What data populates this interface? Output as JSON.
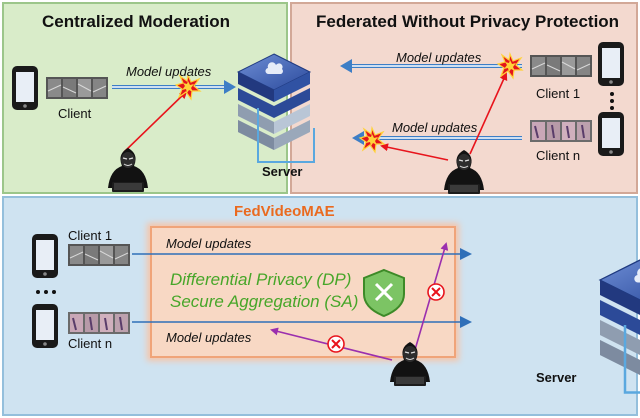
{
  "panels": {
    "centralized": {
      "title": "Centralized Moderation",
      "update_label": "Model updates",
      "client_label": "Client",
      "server_label": "Server"
    },
    "federated_no_privacy": {
      "title": "Federated Without Privacy Protection",
      "update_label_top": "Model updates",
      "update_label_bottom": "Model updates",
      "client1_label": "Client 1",
      "clientn_label": "Client n"
    },
    "fedvideomae": {
      "title": "FedVideoMAE",
      "update_label_top": "Model updates",
      "update_label_bottom": "Model updates",
      "client1_label": "Client 1",
      "clientn_label": "Client n",
      "dp_label": "Differential Privacy (DP)",
      "sa_label": "Secure Aggregation (SA)",
      "server_label": "Server"
    }
  },
  "colors": {
    "centralized_bg": "#d9ecc9",
    "federated_bg": "#f3d9cf",
    "fedvideomae_bg": "#cfe3f1",
    "title_accent": "#ea6a1f",
    "privacy_text": "#47a629",
    "attack_red": "#e8141c",
    "attack_purple": "#9b2fae",
    "arrow_blue": "#3d7ec6"
  }
}
